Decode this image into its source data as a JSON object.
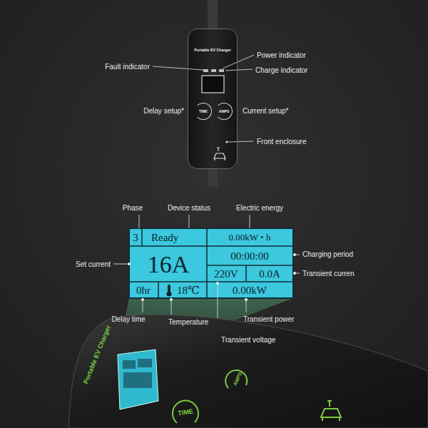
{
  "diagram": {
    "nodes": [
      {
        "text": [
          "Portable EV Charger"
        ]
      },
      {
        "text": [
          "TIME"
        ],
        "in": 0
      },
      {
        "text": [
          "AMPS"
        ],
        "in": 0
      }
    ],
    "labels": [
      "Fault indicator",
      "Power indicator",
      "Charge indicator",
      "Delay setup*",
      "Current setup*",
      "Front enclosure",
      "Phase",
      "Device status",
      "Electric energy",
      "3",
      "Ready",
      "0.00kW • h",
      "16A",
      "00:00:00",
      "220V",
      "0.0A",
      "0hr",
      "18℃",
      "0.00kW",
      "Set current",
      "Charging period",
      "Transient curren",
      "Delay time",
      "Temperature",
      "Transient power",
      "Transient voltage",
      "Portable EV Charger",
      "TIME",
      "AMPS"
    ]
  }
}
